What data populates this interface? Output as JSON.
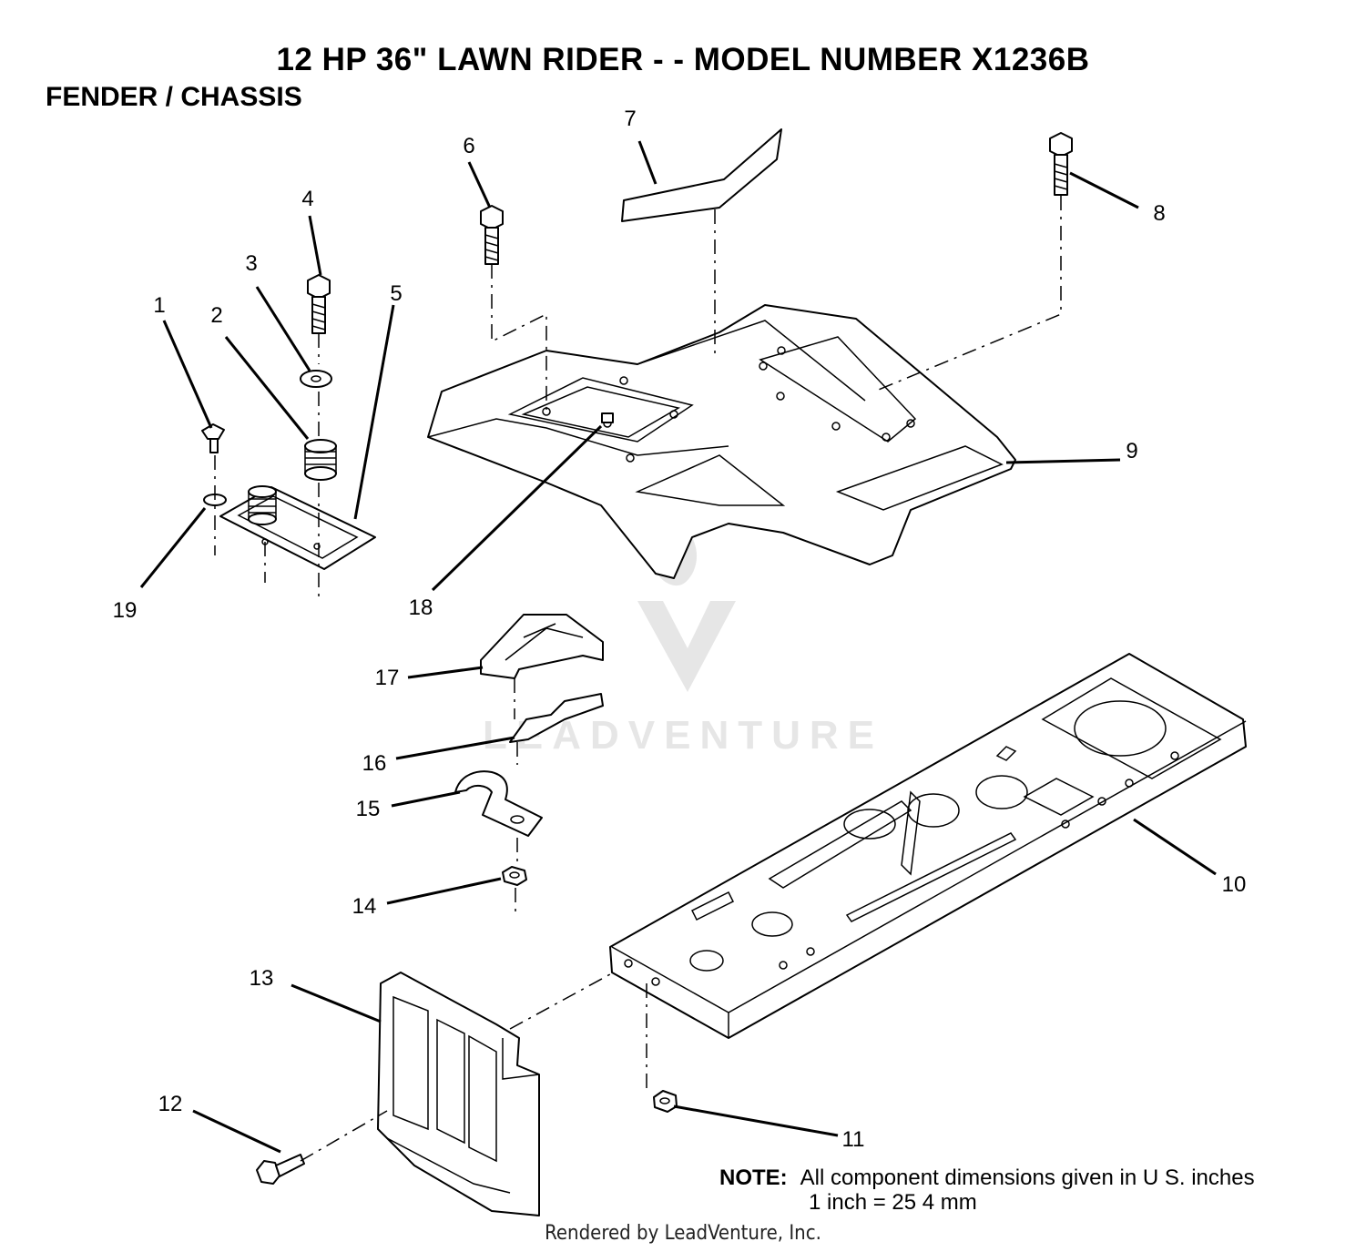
{
  "title": "12 HP 36\" LAWN RIDER - - MODEL NUMBER X1236B",
  "section": "FENDER / CHASSIS",
  "callouts": [
    "1",
    "2",
    "3",
    "4",
    "5",
    "6",
    "7",
    "8",
    "9",
    "10",
    "11",
    "12",
    "13",
    "14",
    "15",
    "16",
    "17",
    "18",
    "19"
  ],
  "note": {
    "label": "NOTE:",
    "line1": "All component dimensions given in U S. inches",
    "line2": "1 inch = 25 4 mm"
  },
  "watermark": "LEADVENTURE",
  "footer": "Rendered by LeadVenture, Inc."
}
